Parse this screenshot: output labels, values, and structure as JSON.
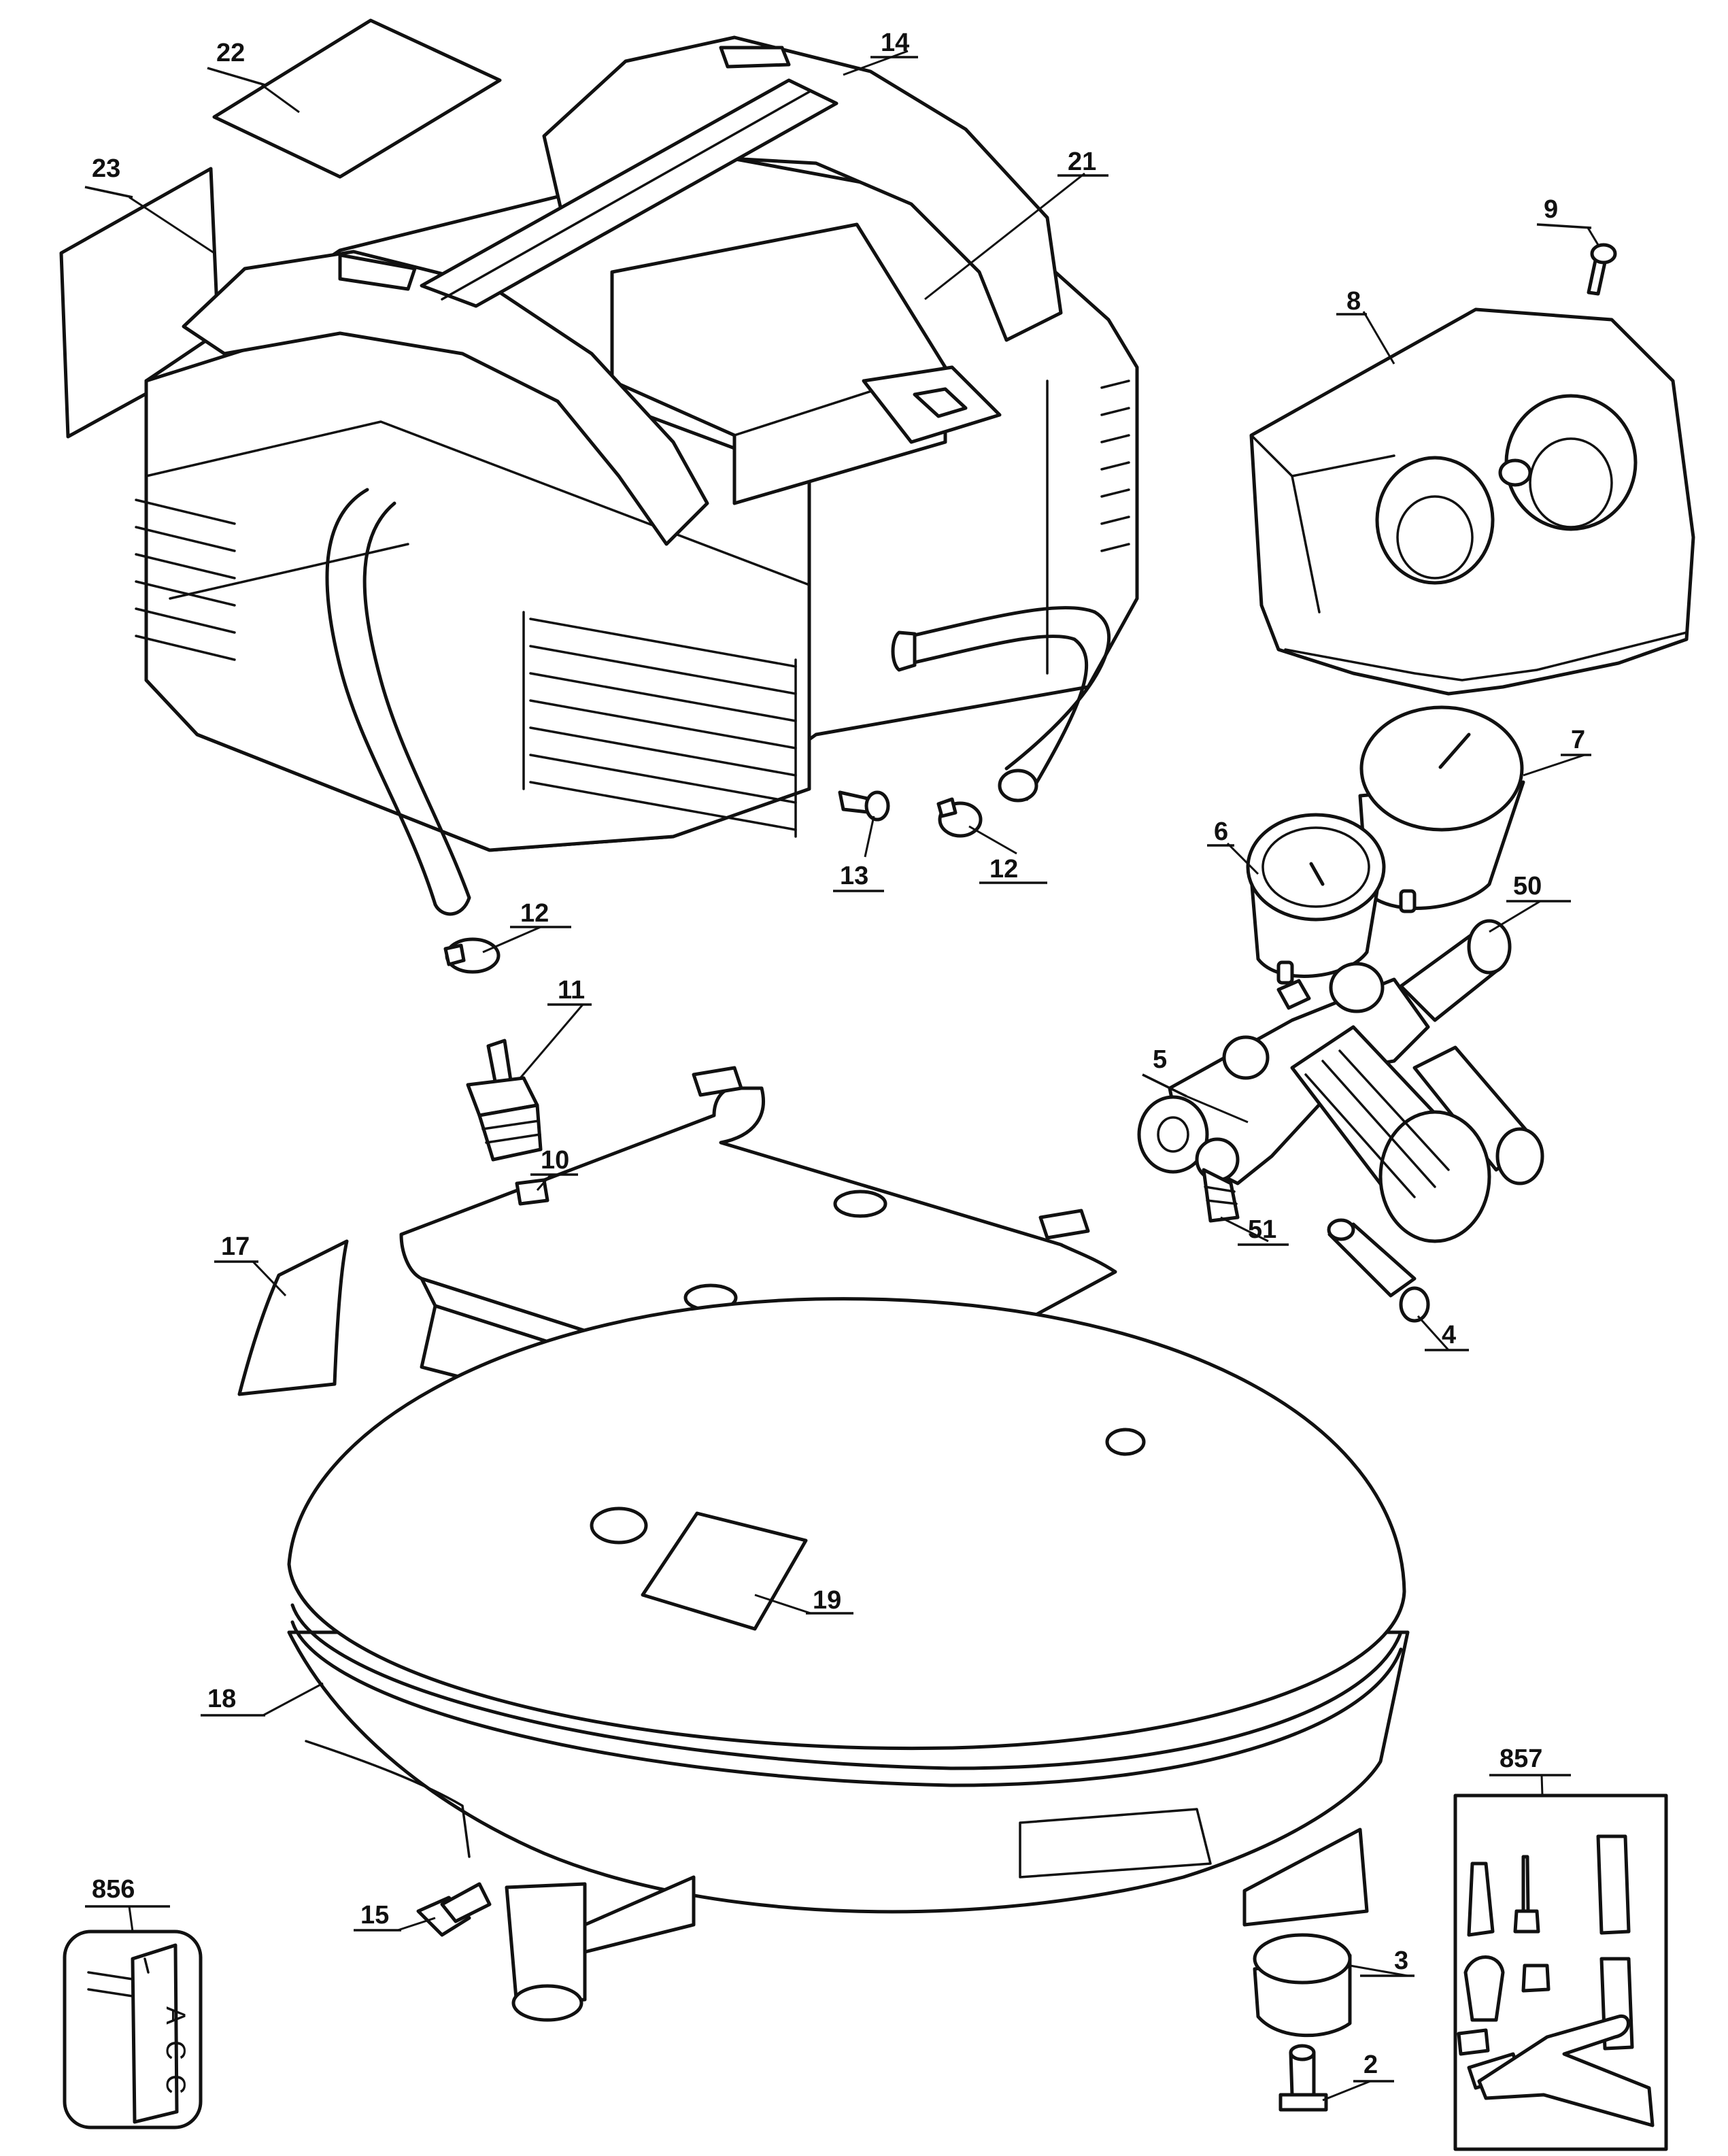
{
  "callouts": {
    "c2": "2",
    "c3": "3",
    "c4": "4",
    "c5": "5",
    "c6": "6",
    "c7": "7",
    "c8": "8",
    "c9": "9",
    "c10": "10",
    "c11": "11",
    "c12a": "12",
    "c12b": "12",
    "c13": "13",
    "c14": "14",
    "c15": "15",
    "c17": "17",
    "c18": "18",
    "c19": "19",
    "c21": "21",
    "c22": "22",
    "c23": "23",
    "c50": "50",
    "c51": "51",
    "c856": "856",
    "c857": "857"
  },
  "accessory_tag": {
    "l1": "A",
    "l2": "C",
    "l3": "C"
  }
}
